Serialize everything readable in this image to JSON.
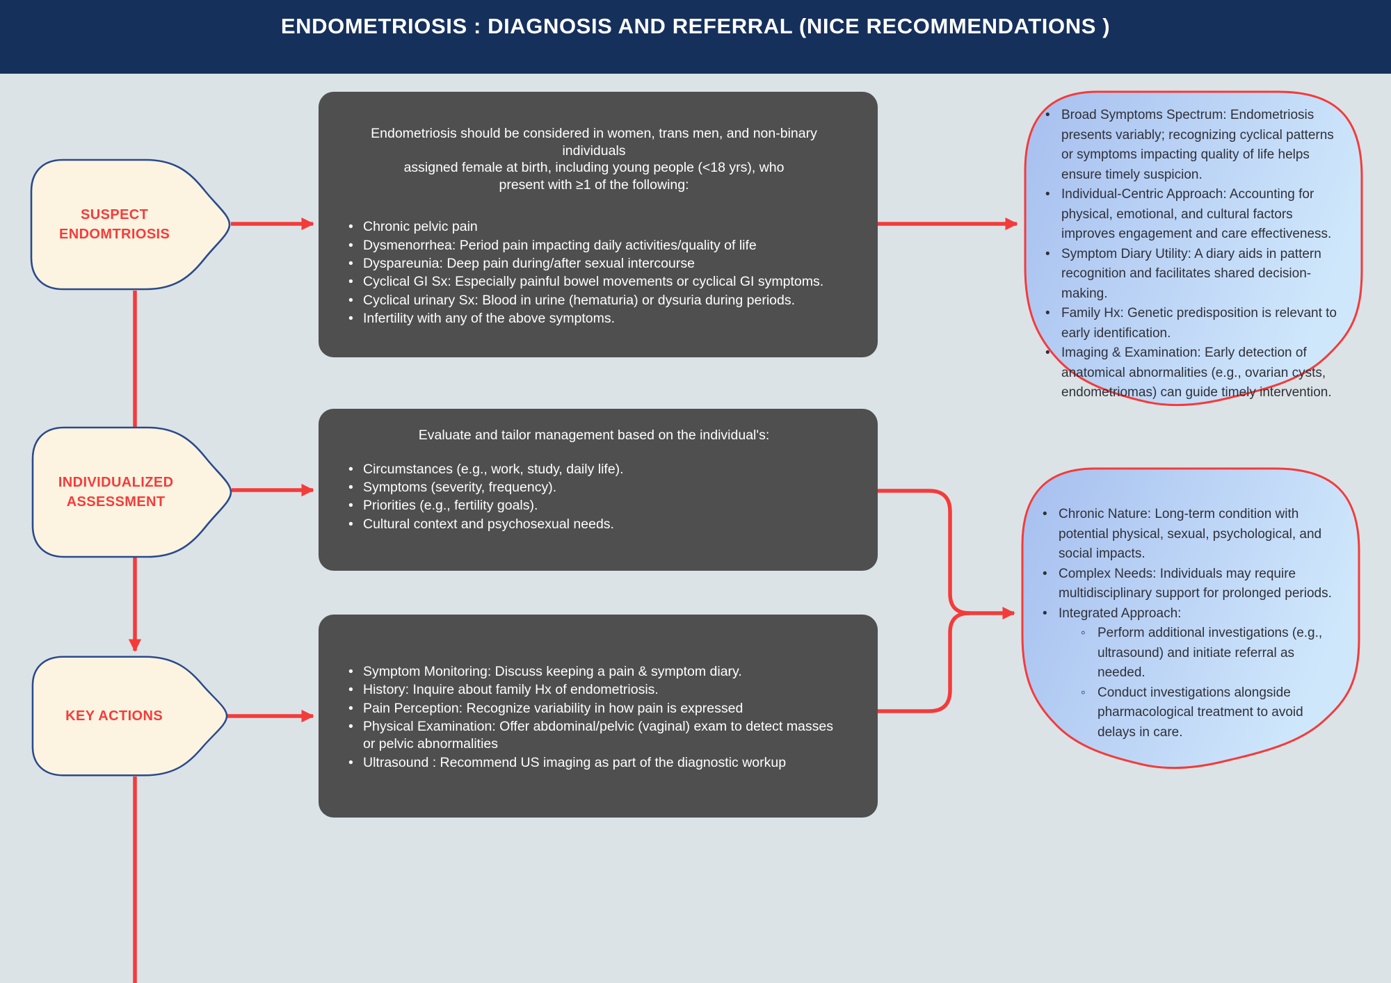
{
  "title": "ENDOMETRIOSIS : DIAGNOSIS AND REFERRAL (NICE RECOMMENDATIONS )",
  "colors": {
    "header_bg": "#16305c",
    "canvas_bg": "#dbe3e7",
    "panel_bg": "#4f4f4f",
    "panel_text": "#ffffff",
    "stage_fill": "#fcf4e0",
    "stage_border": "#2b4a8b",
    "stage_text": "#f63b3b",
    "arrow": "#f43b3a",
    "callout_border": "#f43b3a",
    "callout_fill_start": "#a6bfef",
    "callout_fill_end": "#cfe7fb",
    "callout_text": "#2f3039"
  },
  "stages": [
    {
      "label": "SUSPECT ENDOMTRIOSIS"
    },
    {
      "label": "INDIVIDUALIZED ASSESSMENT"
    },
    {
      "label": "KEY ACTIONS"
    }
  ],
  "boxes": [
    {
      "header_lines": [
        "Endometriosis should be considered in women, trans men, and non-binary individuals",
        "assigned female at birth, including young people (<18 yrs), who",
        "present with ≥1 of the following:"
      ],
      "bullets": [
        "Chronic pelvic pain",
        "Dysmenorrhea: Period pain impacting daily activities/quality of life",
        "Dyspareunia: Deep pain during/after sexual intercourse",
        "Cyclical GI Sx: Especially painful bowel movements or cyclical GI symptoms.",
        "Cyclical urinary Sx: Blood in urine (hematuria) or dysuria during periods.",
        "Infertility with any of the above symptoms."
      ]
    },
    {
      "header_lines": [
        "Evaluate and tailor management based on the individual's:"
      ],
      "bullets": [
        "Circumstances (e.g., work, study, daily life).",
        "Symptoms (severity, frequency).",
        "Priorities (e.g., fertility goals).",
        "Cultural context and psychosexual needs."
      ]
    },
    {
      "header_lines": [],
      "bullets": [
        "Symptom Monitoring: Discuss keeping a pain & symptom diary.",
        "History: Inquire about family Hx of endometriosis.",
        "Pain Perception: Recognize variability in how pain is expressed",
        "Physical Examination:  Offer abdominal/pelvic (vaginal) exam to detect masses or pelvic abnormalities",
        "Ultrasound : Recommend US imaging as part of the diagnostic workup"
      ]
    }
  ],
  "callouts": [
    {
      "bullets": [
        "Broad Symptoms Spectrum: Endometriosis presents variably; recognizing cyclical patterns or symptoms impacting quality of life helps ensure timely suspicion.",
        "Individual-Centric Approach: Accounting for physical, emotional, and cultural factors improves engagement and care effectiveness.",
        "Symptom Diary Utility: A diary aids in pattern recognition and facilitates shared decision-making.",
        "Family Hx: Genetic predisposition is relevant to early identification.",
        "Imaging & Examination: Early detection of anatomical abnormalities (e.g., ovarian cysts, endometriomas) can guide timely intervention."
      ]
    },
    {
      "bullets": [
        {
          "text": "Chronic Nature: Long-term condition with potential physical, sexual, psychological, and social impacts."
        },
        {
          "text": "Complex Needs: Individuals may require multidisciplinary support for prolonged periods."
        },
        {
          "text": "Integrated Approach:",
          "sub": [
            "Perform additional investigations (e.g., ultrasound) and initiate referral as needed.",
            "Conduct investigations alongside pharmacological treatment to avoid delays in care."
          ]
        }
      ]
    }
  ]
}
